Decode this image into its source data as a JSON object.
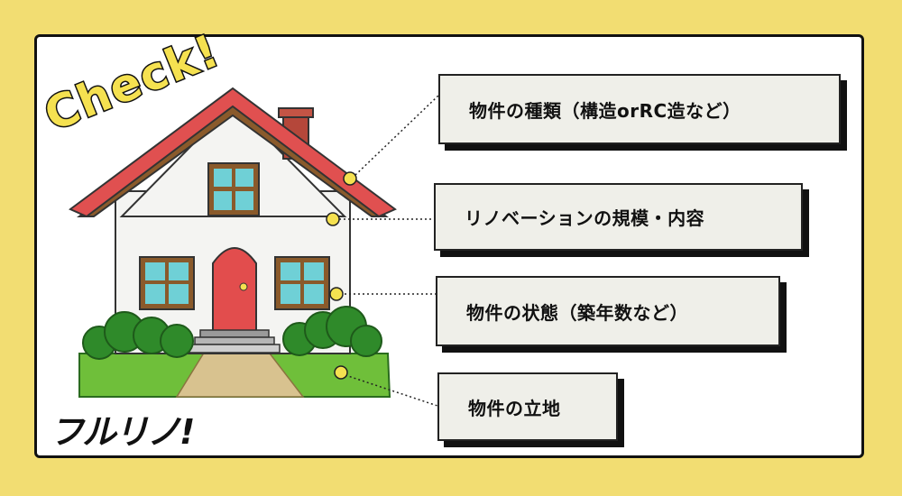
{
  "badge": {
    "text": "Check!"
  },
  "labels": [
    {
      "text": "物件の種類（構造orRC造など）"
    },
    {
      "text": "リノベーションの規模・内容"
    },
    {
      "text": "物件の状態（築年数など）"
    },
    {
      "text": "物件の立地"
    }
  ],
  "logo": {
    "text": "フルリノ!"
  },
  "colors": {
    "background": "#f2dd72",
    "card": "#ffffff",
    "roof": "#e05050",
    "door": "#e24d4d",
    "grass": "#6fbf3a",
    "bush": "#2f8a2a",
    "marker": "#f5e150"
  }
}
